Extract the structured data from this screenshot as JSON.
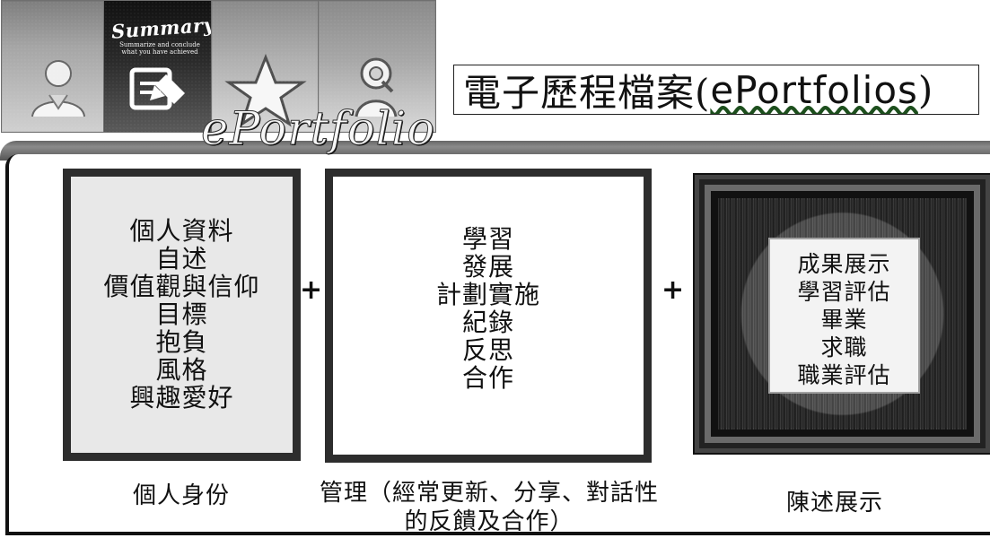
{
  "header": {
    "cards": [
      {
        "title": "",
        "subtitle": "",
        "icon": "person-icon"
      },
      {
        "title": "Summary",
        "subtitle": "Summarize and conclude what you have achieved",
        "icon": "document-pencil-icon"
      },
      {
        "title": "",
        "subtitle": "",
        "icon": "star-icon"
      },
      {
        "title": "",
        "subtitle": "",
        "icon": "person-magnifier-icon"
      }
    ],
    "brand": "ePortfolio",
    "title_main": "電子歷程檔案(",
    "title_highlight": "ePortfolios",
    "title_end": ")"
  },
  "sections": [
    {
      "lines": [
        "個人資料",
        "自述",
        "價值觀與信仰",
        "目標",
        "抱負",
        "風格",
        "興趣愛好"
      ],
      "caption": "個人身份"
    },
    {
      "lines": [
        "學習",
        "發展",
        "計劃實施",
        "紀錄",
        "反思",
        "合作"
      ],
      "caption": "管理（經常更新、分享、對話性的反饋及合作）"
    },
    {
      "lines": [
        "成果展示",
        "學習評估",
        "畢業",
        "求職",
        "職業評估"
      ],
      "caption": "陳述展示"
    }
  ],
  "operators": [
    "+",
    "+"
  ]
}
